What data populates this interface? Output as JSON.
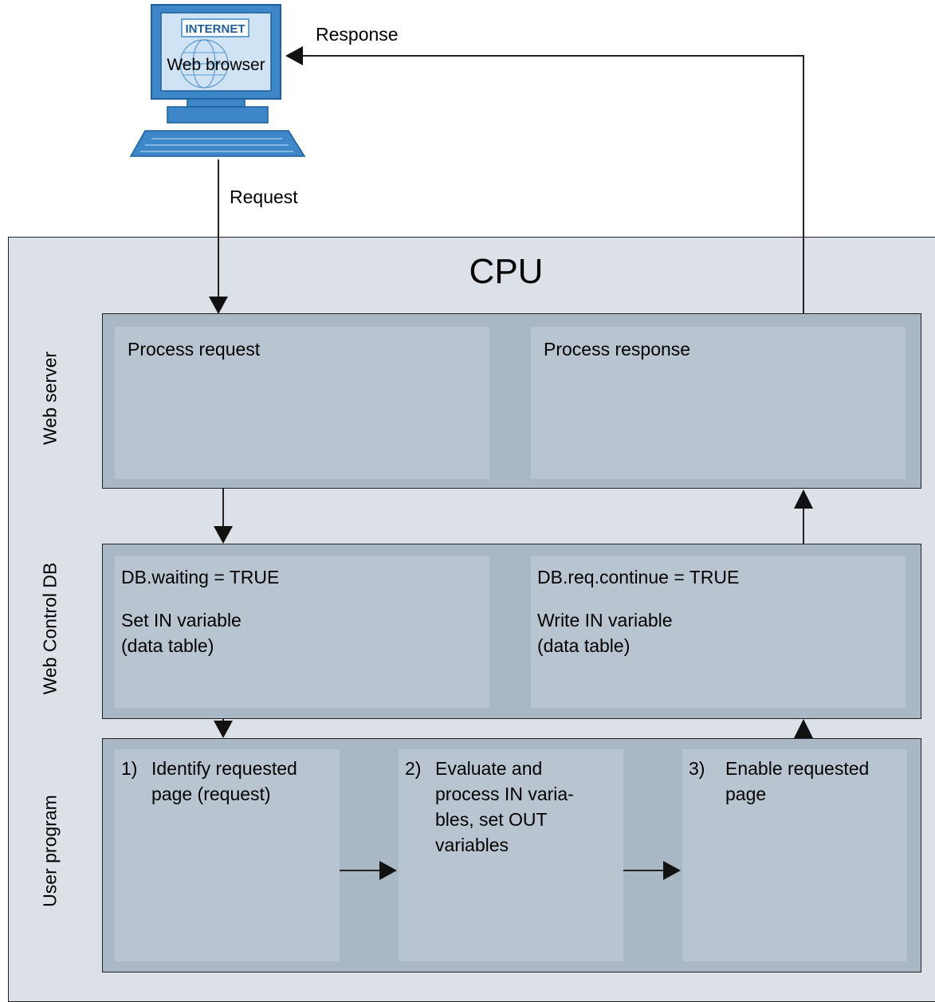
{
  "computer": {
    "screen_badge": "INTERNET",
    "screen_label": "Web browser"
  },
  "flow_labels": {
    "request": "Request",
    "response": "Response"
  },
  "cpu": {
    "title": "CPU"
  },
  "layers": [
    {
      "name": "Web server",
      "cells": [
        {
          "lines": [
            "Process request"
          ]
        },
        {
          "lines": [
            "Process response"
          ]
        }
      ]
    },
    {
      "name": "Web Control DB",
      "cells": [
        {
          "lines": [
            "DB.waiting = TRUE",
            "",
            "Set IN variable",
            "(data table)"
          ]
        },
        {
          "lines": [
            "DB.req.continue = TRUE",
            "",
            "Write IN variable",
            "(data table)"
          ]
        }
      ]
    },
    {
      "name": "User program",
      "steps": [
        {
          "number": "1)",
          "lines": [
            "Identify requested",
            "page (request)"
          ]
        },
        {
          "number": "2)",
          "lines": [
            "Evaluate and",
            "process IN varia-",
            "bles, set OUT",
            "variables"
          ]
        },
        {
          "number": "3)",
          "lines": [
            "Enable requested",
            "page"
          ]
        }
      ]
    }
  ],
  "colors": {
    "cpu_background": "#dbe1e6",
    "panel": "#a9b8c4",
    "cell": "#b8c5d0",
    "monitor_blue": "#3d87c9",
    "screen_light": "#cfe3f4"
  }
}
